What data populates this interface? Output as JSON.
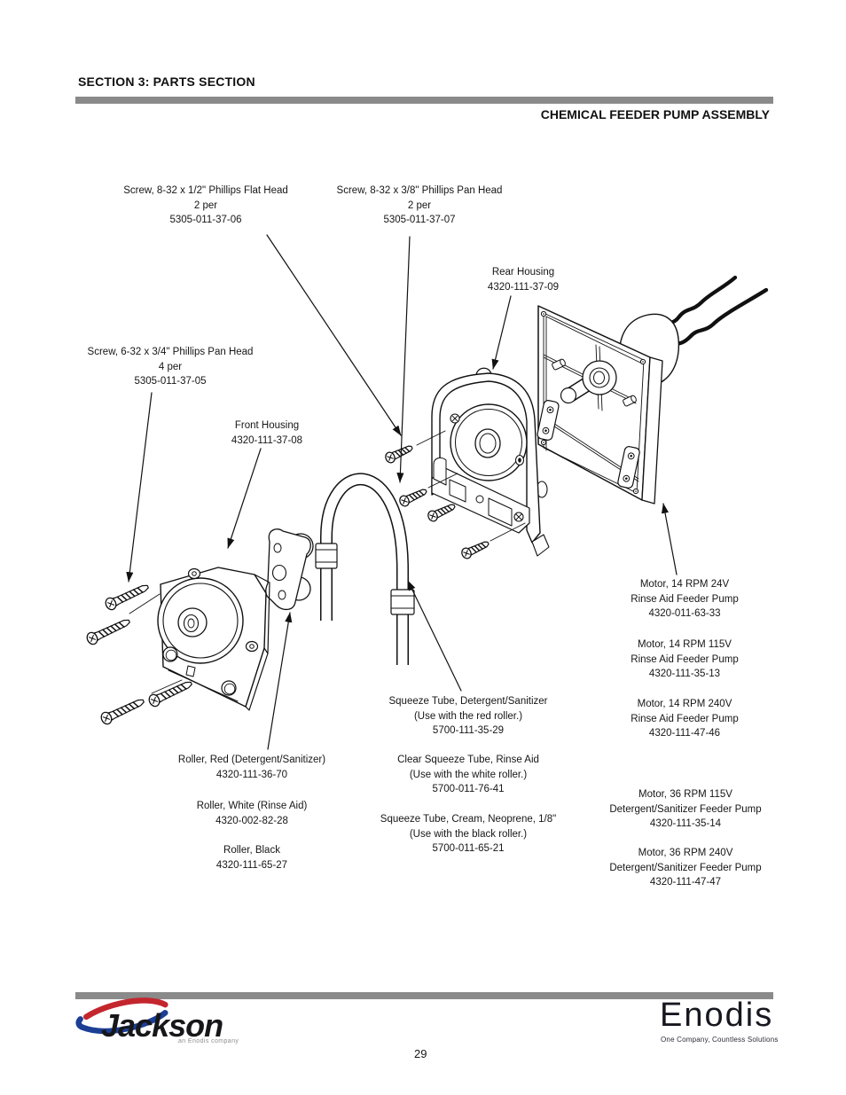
{
  "header": {
    "section_title": "SECTION 3: PARTS SECTION",
    "assembly_title": "CHEMICAL FEEDER PUMP ASSEMBLY"
  },
  "labels": {
    "screw_flat_head": [
      "Screw, 8-32 x 1/2\" Phillips Flat Head",
      "2 per",
      "5305-011-37-06"
    ],
    "screw_pan_head": [
      "Screw, 8-32 x 3/8\" Phillips Pan Head",
      "2 per",
      "5305-011-37-07"
    ],
    "rear_housing": [
      "Rear Housing",
      "4320-111-37-09"
    ],
    "screw_632": [
      "Screw, 6-32 x 3/4\" Phillips Pan Head",
      "4 per",
      "5305-011-37-05"
    ],
    "front_housing": [
      "Front Housing",
      "4320-111-37-08"
    ],
    "motor_14_24v": [
      "Motor, 14 RPM 24V",
      "Rinse Aid Feeder Pump",
      "4320-011-63-33"
    ],
    "motor_14_115v": [
      "Motor, 14 RPM 115V",
      "Rinse Aid Feeder Pump",
      "4320-111-35-13"
    ],
    "motor_14_240v": [
      "Motor, 14 RPM 240V",
      "Rinse Aid Feeder Pump",
      "4320-111-47-46"
    ],
    "motor_36_115v": [
      "Motor, 36 RPM 115V",
      "Detergent/Sanitizer Feeder Pump",
      "4320-111-35-14"
    ],
    "motor_36_240v": [
      "Motor, 36 RPM 240V",
      "Detergent/Sanitizer Feeder Pump",
      "4320-111-47-47"
    ],
    "tube_detergent": [
      "Squeeze Tube, Detergent/Sanitizer",
      "(Use with the red roller.)",
      "5700-111-35-29"
    ],
    "tube_clear": [
      "Clear Squeeze Tube, Rinse Aid",
      "(Use with the white roller.)",
      "5700-011-76-41"
    ],
    "tube_cream": [
      "Squeeze Tube, Cream, Neoprene, 1/8\"",
      "(Use with the black roller.)",
      "5700-011-65-21"
    ],
    "roller_red": [
      "Roller, Red (Detergent/Sanitizer)",
      "4320-111-36-70"
    ],
    "roller_white": [
      "Roller, White (Rinse Aid)",
      "4320-002-82-28"
    ],
    "roller_black": [
      "Roller, Black",
      "4320-111-65-27"
    ]
  },
  "footer": {
    "jackson_logo_text": "Jackson",
    "jackson_tagline": "an Enodis company",
    "enodis_logo_text": "Enodis",
    "enodis_tagline": "One Company, Countless Solutions",
    "page_number": "29"
  },
  "colors": {
    "rule_gray": "#8a8a8a",
    "jackson_red": "#c4262e",
    "jackson_blue": "#1b3f94",
    "line_ink": "#111111"
  }
}
